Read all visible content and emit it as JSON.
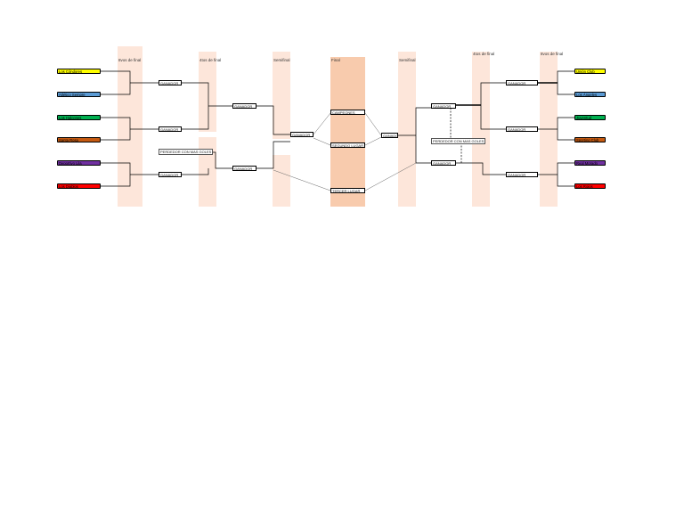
{
  "headings": {
    "left_octavos": "8vos de final",
    "left_cuartos": "4tos de final",
    "left_semifinal": "Semifinal",
    "final": "Final",
    "right_semifinal": "Semifinal",
    "right_cuartos": "4tos de final",
    "right_octavos": "8vos de final"
  },
  "teams_left": [
    {
      "name": "Los Cóndores",
      "color": "#ffff00"
    },
    {
      "name": "Atlético Sempre",
      "color": "#5b9bd5"
    },
    {
      "name": "Los Halcones",
      "color": "#00b050"
    },
    {
      "name": "Santa Rosa",
      "color": "#c55a11"
    },
    {
      "name": "Deportivo Lila",
      "color": "#7030a0"
    },
    {
      "name": "Los Diablos",
      "color": "#ff0000"
    }
  ],
  "teams_right": [
    {
      "name": "Unión Club",
      "color": "#ffff00"
    },
    {
      "name": "Los Ángeles",
      "color": "#5b9bd5"
    },
    {
      "name": "Juventud",
      "color": "#00b050"
    },
    {
      "name": "Sporting Club",
      "color": "#c55a11"
    },
    {
      "name": "Real Morado",
      "color": "#7030a0"
    },
    {
      "name": "Los Rojos",
      "color": "#ff0000"
    }
  ],
  "labels": {
    "winner": "GANADOR",
    "best_loser": "PERDEDOR CON MAS GOLES",
    "champion": "CAMPEONES",
    "second": "SEGUNDO LUGAR",
    "third": "TERCER LUGAR"
  }
}
